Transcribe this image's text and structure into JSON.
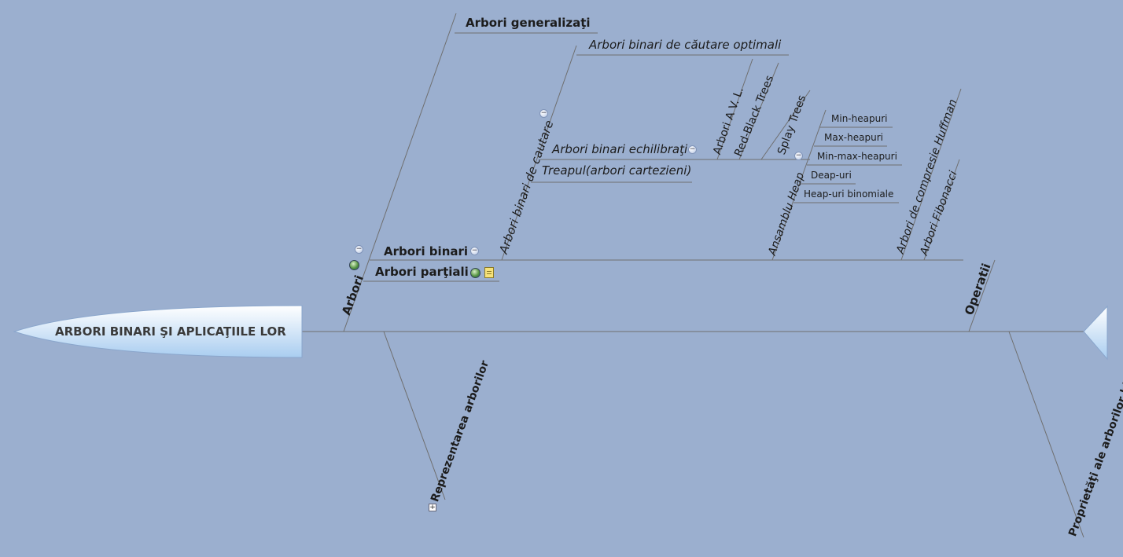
{
  "central_topic": "ARBORI BINARI ŞI APLICAŢIILE LOR",
  "branches": {
    "arbori": {
      "label": "Arbori",
      "generalizati": "Arbori generalizaţi",
      "binari": {
        "label": "Arbori binari",
        "cautare": {
          "label": "Arbori binari de cautare",
          "optimali": "Arbori binari de căutare optimali",
          "echilibrati": {
            "label": "Arbori binari echilibraţi",
            "children": [
              "Arbori A V. L.",
              "Red-Black Trees",
              "Splay Trees"
            ]
          },
          "treapul": "Treapul(arbori cartezieni)"
        },
        "heap": {
          "label": "Ansamblu Heap",
          "children": [
            "Min-heapuri",
            "Max-heapuri",
            "Min-max-heapuri",
            "Deap-uri",
            "Heap-uri binomiale"
          ]
        },
        "huffman": "Arbori de compresie Huffman",
        "fibonacci": "Arbori Fibonacci"
      },
      "partiali": "Arbori parţiali"
    },
    "operatii": "Operatii",
    "reprezentarea": "Reprezentarea arborilor",
    "proprietati": "Proprietăţi ale arborilor binari"
  },
  "colors": {
    "background": "#9bafcf",
    "line": "#6f6f6f",
    "central_fill_top": "#ffffff",
    "central_fill_bottom": "#a9cdf0"
  },
  "icons": {
    "collapse": "minus-circle-icon",
    "expand": "plus-box-icon",
    "hyperlink": "globe-icon",
    "note": "note-icon"
  }
}
